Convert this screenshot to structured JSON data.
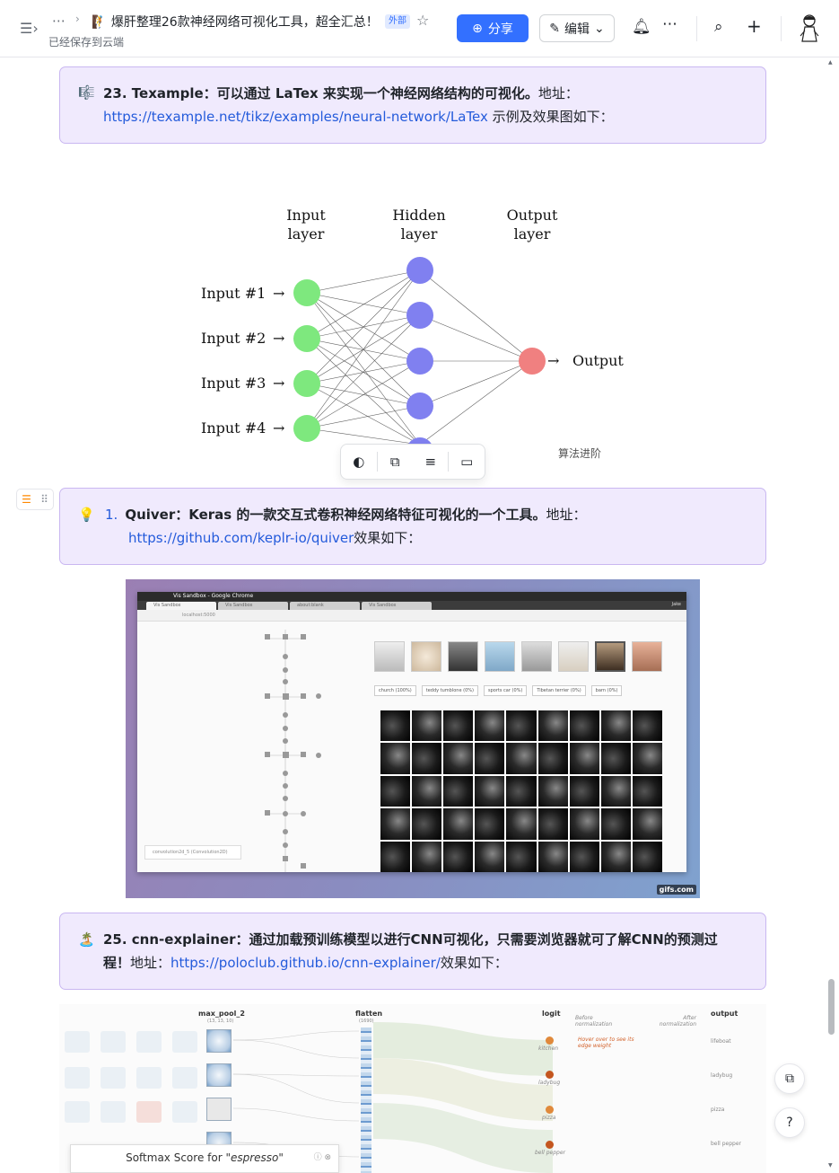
{
  "topbar": {
    "title": "🧗 爆肝整理26款神经网络可视化工具，超全汇总！",
    "tag": "外部",
    "saved_status": "已经保存到云端",
    "share_label": "分享",
    "edit_label": "编辑"
  },
  "callout1": {
    "emoji": "🎼",
    "heading": "23. Texample：可以通过 LaTex 来实现一个神经网络结构的可视化。",
    "suffix": "地址：",
    "link": "https://texample.net/tikz/examples/neural-network/LaTex",
    "after": " 示例及效果图如下："
  },
  "neural_net": {
    "col_labels": [
      [
        "Input",
        "layer"
      ],
      [
        "Hidden",
        "layer"
      ],
      [
        "Output",
        "layer"
      ]
    ],
    "inputs": [
      "Input #1",
      "Input #2",
      "Input #3",
      "Input #4"
    ],
    "output": "Output",
    "colors": {
      "input": "#7ee87e",
      "hidden": "#8080f0",
      "output": "#f08080"
    }
  },
  "watermark": "算法进阶",
  "callout2": {
    "emoji": "💡",
    "number": "1.",
    "heading": "Quiver：Keras 的一款交互式卷积神经网络特征可视化的一个工具。",
    "suffix": "地址：",
    "link": "https://github.com/keplr-io/quiver",
    "after": "效果如下："
  },
  "quiver_shot": {
    "window_title": "Vis Sandbox - Google Chrome",
    "tabs": [
      "Vis Sandbox",
      "Vis Sandbox",
      "about:blank",
      "Vis Sandbox"
    ],
    "url": "localhost:5000",
    "labels": [
      "church (100%)",
      "teddy tumblone (0%)",
      "sports car (0%)",
      "Tibetan terrier (0%)",
      "barn (0%)"
    ],
    "sidebox": "convolution2d_5 (Convolution2D)",
    "source": "gifs.com",
    "user": "Jake"
  },
  "callout3": {
    "emoji": "🏝️",
    "heading": "25. cnn-explainer：通过加载预训练模型以进行CNN可视化，只需要浏览器就可了解CNN的预测过程！",
    "suffix": "地址：",
    "link": "https://poloclub.github.io/cnn-explainer/",
    "after": "效果如下："
  },
  "cnn_shot": {
    "layer_maxpool": "max_pool_2",
    "maxpool_dims": "(13, 13, 10)",
    "layer_flatten": "flatten",
    "flatten_dims": "(1690)",
    "layer_logit": "logit",
    "layer_output": "output",
    "note_before": "Before normalization",
    "note_after": "After normalization",
    "note_hover": "Hover over to see its edge weight",
    "classes": [
      "lifeboat",
      "ladybug",
      "pizza",
      "bell pepper"
    ],
    "class_labels_left": [
      "kitchen",
      "ladybug",
      "pizza",
      "bell pepper"
    ],
    "softmax_prefix": "Softmax Score for ",
    "softmax_class": "\"espresso\""
  }
}
